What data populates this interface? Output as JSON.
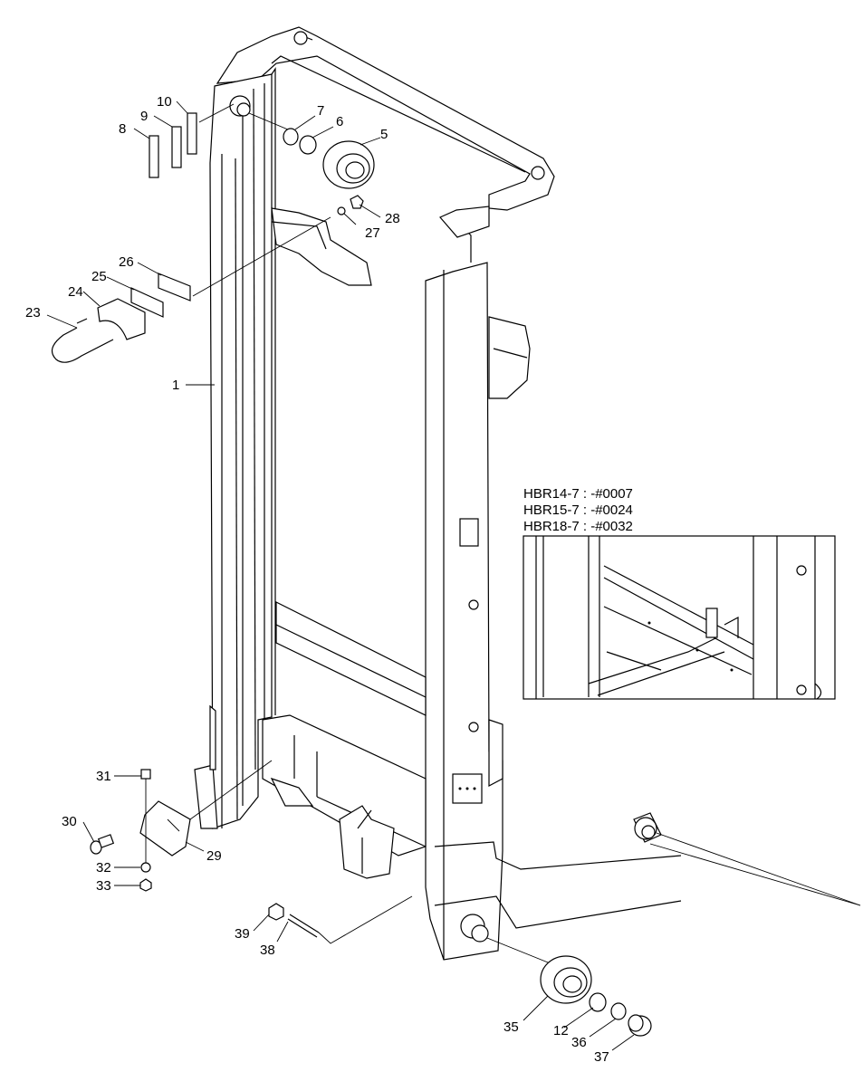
{
  "diagram": {
    "callouts": [
      "1",
      "5",
      "6",
      "7",
      "8",
      "9",
      "10",
      "12",
      "23",
      "24",
      "25",
      "26",
      "27",
      "28",
      "29",
      "30",
      "31",
      "32",
      "33",
      "35",
      "36",
      "37",
      "38",
      "39"
    ],
    "serial_notes": [
      "HBR14-7 : -#0007",
      "HBR15-7 : -#0024",
      "HBR18-7 : -#0032"
    ]
  }
}
